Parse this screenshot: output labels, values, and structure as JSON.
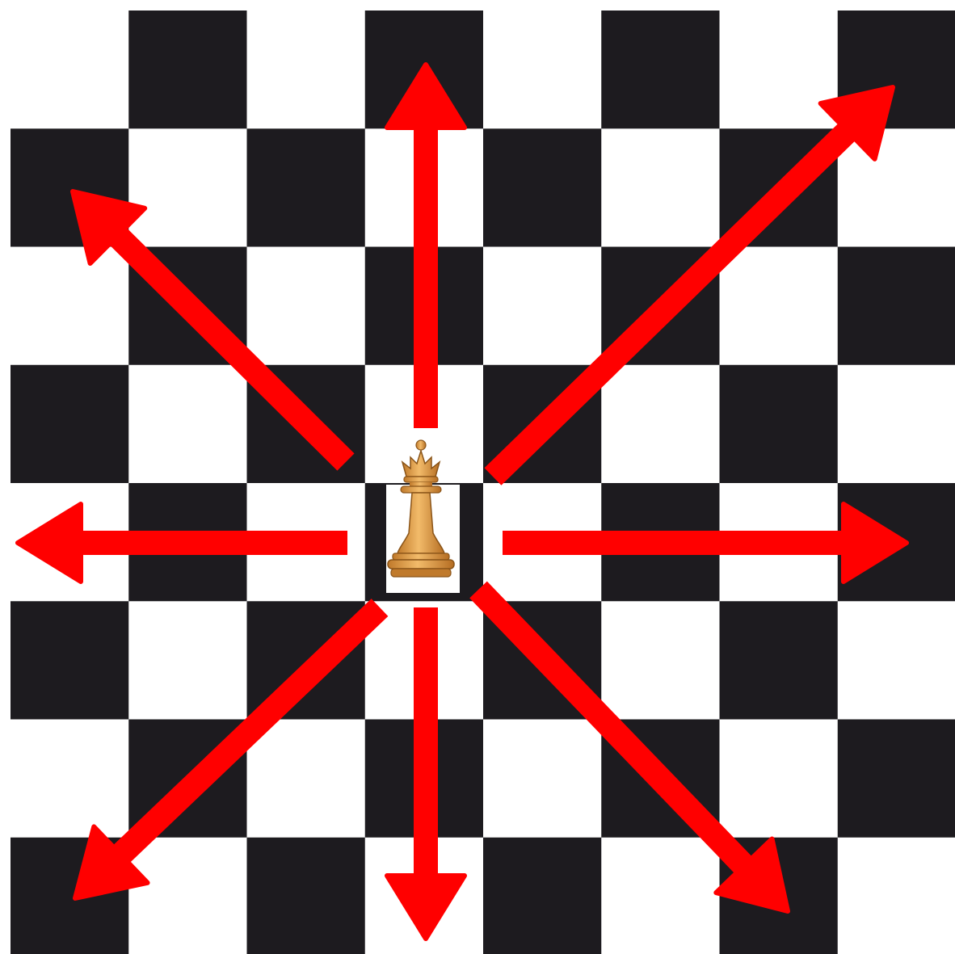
{
  "board": {
    "files": 8,
    "ranks": 8,
    "dark_color": "#1d1b1f",
    "light_color": "#ffffff"
  },
  "piece": {
    "name": "queen",
    "icon": "queen-piece-icon",
    "color": "#e1a24c",
    "square": {
      "file": 4,
      "rank": 5
    },
    "highlight_color": "#ffffff"
  },
  "move_arrows": {
    "color": "#ff0000",
    "directions": [
      "north",
      "north-east",
      "east",
      "south-east",
      "south",
      "south-west",
      "west",
      "north-west"
    ]
  }
}
